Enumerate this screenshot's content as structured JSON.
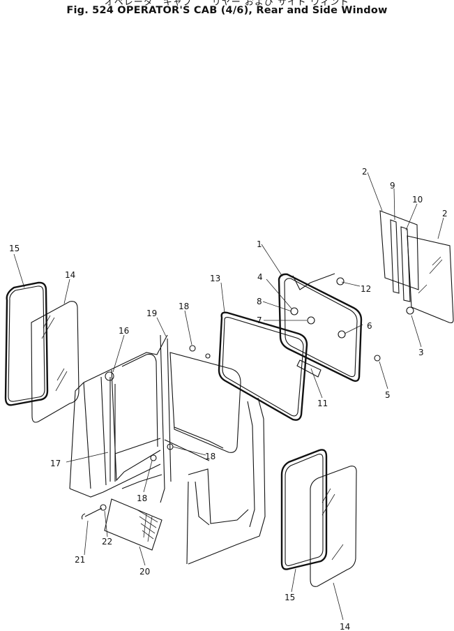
{
  "header": {
    "title_jp": "オペレータ　キャブ　　リヤー および サイド ウィンド",
    "title": "Fig. 524   OPERATOR'S CAB (4/6), Rear and Side Window"
  },
  "callouts": [
    "1",
    "2",
    "2",
    "3",
    "4",
    "5",
    "6",
    "7",
    "8",
    "9",
    "10",
    "11",
    "12",
    "13",
    "14",
    "14",
    "15",
    "15",
    "16",
    "17",
    "18",
    "18",
    "18",
    "19",
    "20",
    "21",
    "22"
  ]
}
